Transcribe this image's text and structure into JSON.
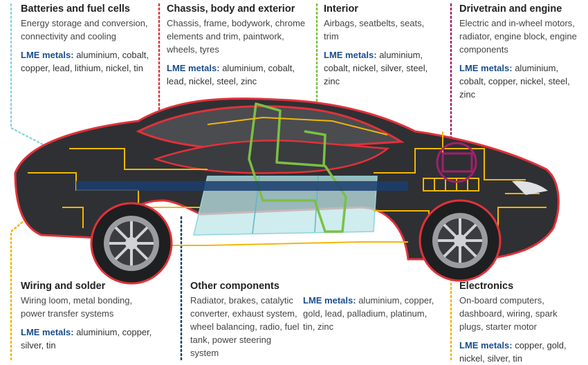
{
  "sections": {
    "batteries": {
      "title": "Batteries and fuel cells",
      "desc": "Energy storage and conversion, connectivity and cooling",
      "lme_label": "LME metals:",
      "lme_metals": "aluminium, cobalt, copper, lead, lithium, nickel, tin",
      "color": "#8fd4dc"
    },
    "chassis": {
      "title": "Chassis, body and exterior",
      "desc": "Chassis, frame, bodywork, chrome elements and trim, paintwork, wheels, tyres",
      "lme_label": "LME metals:",
      "lme_metals": "aluminium, cobalt, lead, nickel, steel, zinc",
      "color": "#e0323a"
    },
    "interior": {
      "title": "Interior",
      "desc": "Airbags, seatbelts, seats, trim",
      "lme_label": "LME metals:",
      "lme_metals": "aluminium, cobalt, nickel, silver, steel, zinc",
      "color": "#7bc043"
    },
    "drivetrain": {
      "title": "Drivetrain and engine",
      "desc": "Electric and in-wheel motors, radiator, engine block, engine components",
      "lme_label": "LME metals:",
      "lme_metals": "aluminium, cobalt, copper, nickel, steel, zinc",
      "color": "#a0216e"
    },
    "wiring": {
      "title": "Wiring and solder",
      "desc": "Wiring loom, metal bonding, power transfer systems",
      "lme_label": "LME metals:",
      "lme_metals": "aluminium, copper, silver, tin",
      "color": "#f2b705"
    },
    "other": {
      "title": "Other components",
      "desc": "Radiator, brakes, catalytic converter, exhaust system, wheel balancing, radio, fuel tank, power steering system",
      "lme_label": "LME metals:",
      "lme_metals": "aluminium, copper, gold, lead, palladium, platinum, tin, zinc",
      "color": "#1a3d6e"
    },
    "electronics": {
      "title": "Electronics",
      "desc": "On-board computers, dashboard, wiring, spark plugs, starter motor",
      "lme_label": "LME metals:",
      "lme_metals": "copper, gold, nickel, silver, tin",
      "color": "#f2b705"
    }
  }
}
